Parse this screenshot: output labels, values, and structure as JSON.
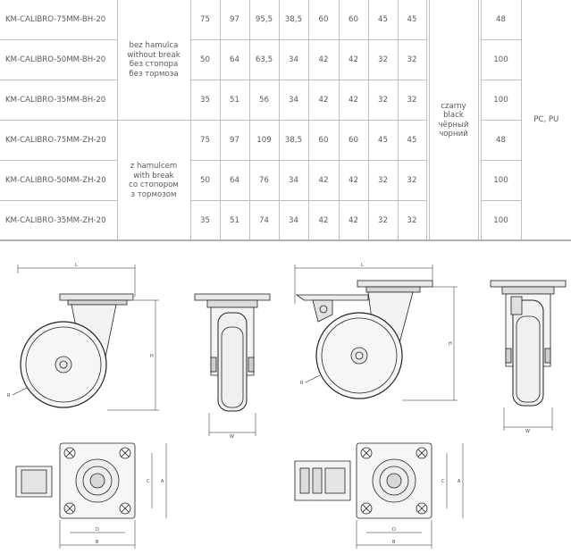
{
  "rows": [
    {
      "model": "KM-CALIBRO-75MM-BH-20",
      "v": [
        "75",
        "97",
        "95,5",
        "38,5",
        "60",
        "60",
        "45",
        "45"
      ],
      "load": "48"
    },
    {
      "model": "KM-CALIBRO-50MM-BH-20",
      "v": [
        "50",
        "64",
        "63,5",
        "34",
        "42",
        "42",
        "32",
        "32"
      ],
      "load": "100"
    },
    {
      "model": "KM-CALIBRO-35MM-BH-20",
      "v": [
        "35",
        "51",
        "56",
        "34",
        "42",
        "42",
        "32",
        "32"
      ],
      "load": "100"
    },
    {
      "model": "KM-CALIBRO-75MM-ZH-20",
      "v": [
        "75",
        "97",
        "109",
        "38,5",
        "60",
        "60",
        "45",
        "45"
      ],
      "load": "48"
    },
    {
      "model": "KM-CALIBRO-50MM-ZH-20",
      "v": [
        "50",
        "64",
        "76",
        "34",
        "42",
        "42",
        "32",
        "32"
      ],
      "load": "100"
    },
    {
      "model": "KM-CALIBRO-35MM-ZH-20",
      "v": [
        "35",
        "51",
        "74",
        "34",
        "42",
        "42",
        "32",
        "32"
      ],
      "load": "100"
    }
  ],
  "brake_groups": {
    "without": [
      "bez hamulca",
      "without break",
      "без стопора",
      "без тормоза"
    ],
    "with": [
      "z hamulcem",
      "with break",
      "со стопором",
      "з тормозом"
    ]
  },
  "color_lines": [
    "czarny",
    "black",
    "чёрный",
    "чорний"
  ],
  "material": "PC, PU",
  "dim_labels": {
    "L": "L",
    "H": "H",
    "W": "W",
    "R": "R",
    "A": "A",
    "B": "B",
    "C": "C",
    "D": "D"
  }
}
